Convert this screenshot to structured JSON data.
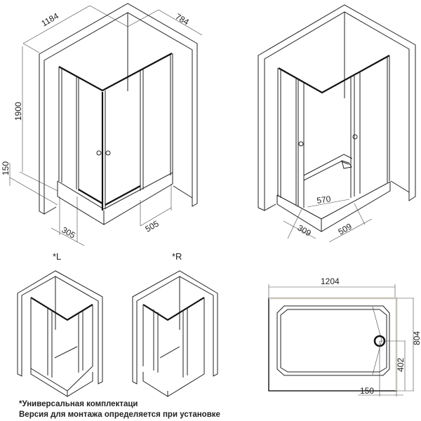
{
  "drawing": {
    "main_view": {
      "dimensions": {
        "width": "1184",
        "depth": "784",
        "height": "1900",
        "tray_height": "150",
        "left_entry": "305",
        "right_entry": "505"
      }
    },
    "open_view": {
      "dimensions": {
        "entry_diagonal": "570",
        "left_entry": "309",
        "right_entry": "509"
      }
    },
    "variants": {
      "left_label": "*L",
      "right_label": "*R"
    },
    "tray_plan": {
      "dimensions": {
        "length": "1204",
        "width": "804",
        "drain_offset_y": "402",
        "drain_offset_x": "150"
      }
    },
    "notes": {
      "line1": "*Универсальная комплектаци",
      "line2": "Версия для монтажа определяется при установке"
    },
    "colors": {
      "line": "#222222",
      "wall_highlight": "#c8c4b8"
    }
  }
}
